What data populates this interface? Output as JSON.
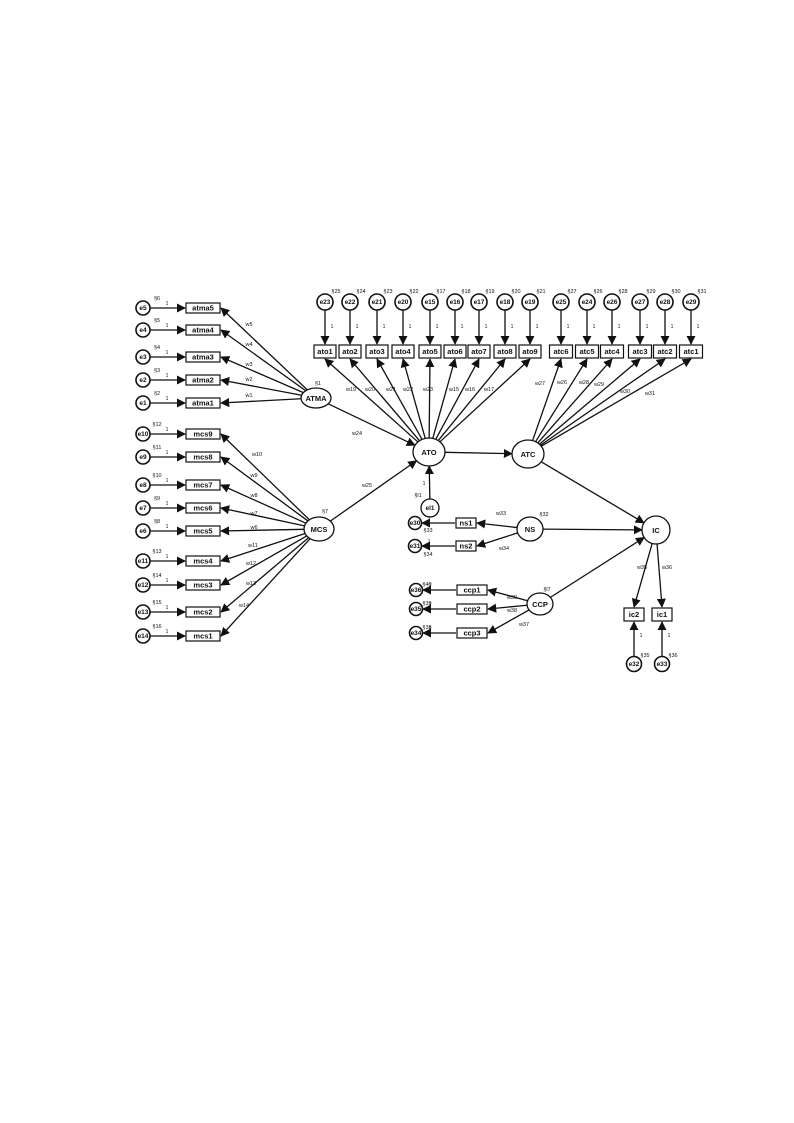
{
  "latents": {
    "atma": "ATMA",
    "mcs": "MCS",
    "ato": "ATO",
    "atc": "ATC",
    "ns": "NS",
    "ic": "IC",
    "ccp": "CCP",
    "el1": "el1"
  },
  "latent_vars": {
    "atma": "§1",
    "mcs": "§7",
    "el1": "§l1",
    "ns": "§32",
    "ccp": "§l7"
  },
  "atma_items": [
    {
      "box": "atma5",
      "err": "e5",
      "var": "§6",
      "w": "w5"
    },
    {
      "box": "atma4",
      "err": "e4",
      "var": "§5",
      "w": "w4"
    },
    {
      "box": "atma3",
      "err": "e3",
      "var": "§4",
      "w": "w3"
    },
    {
      "box": "atma2",
      "err": "e2",
      "var": "§3",
      "w": "w2"
    },
    {
      "box": "atma1",
      "err": "e1",
      "var": "§2",
      "w": "w1"
    }
  ],
  "mcs_items": [
    {
      "box": "mcs9",
      "err": "e10",
      "var": "§12",
      "w": "w10"
    },
    {
      "box": "mcs8",
      "err": "e9",
      "var": "§11",
      "w": "w9"
    },
    {
      "box": "mcs7",
      "err": "e8",
      "var": "§10",
      "w": "w8"
    },
    {
      "box": "mcs6",
      "err": "e7",
      "var": "§9",
      "w": "w7"
    },
    {
      "box": "mcs5",
      "err": "e6",
      "var": "§8",
      "w": "w6"
    },
    {
      "box": "mcs4",
      "err": "e11",
      "var": "§13",
      "w": "w11"
    },
    {
      "box": "mcs3",
      "err": "e12",
      "var": "§14",
      "w": "w12"
    },
    {
      "box": "mcs2",
      "err": "e13",
      "var": "§15",
      "w": "w13"
    },
    {
      "box": "mcs1",
      "err": "e14",
      "var": "§16",
      "w": "w14"
    }
  ],
  "ato_items": [
    {
      "box": "ato1",
      "err": "e23",
      "var": "§25",
      "w": "w19"
    },
    {
      "box": "ato2",
      "err": "e22",
      "var": "§24",
      "w": "w20"
    },
    {
      "box": "ato3",
      "err": "e21",
      "var": "§23",
      "w": "w21"
    },
    {
      "box": "ato4",
      "err": "e20",
      "var": "§22",
      "w": "w22"
    },
    {
      "box": "ato5",
      "err": "e15",
      "var": "§17",
      "w": "w23"
    },
    {
      "box": "ato6",
      "err": "e16",
      "var": "§18",
      "w": "w15"
    },
    {
      "box": "ato7",
      "err": "e17",
      "var": "§19",
      "w": "w16"
    },
    {
      "box": "ato8",
      "err": "e18",
      "var": "§20",
      "w": ""
    },
    {
      "box": "ato9",
      "err": "e19",
      "var": "§21",
      "w": "w17"
    }
  ],
  "atc_items": [
    {
      "box": "atc6",
      "err": "e25",
      "var": "§27",
      "w": "w27"
    },
    {
      "box": "atc5",
      "err": "e24",
      "var": "§26",
      "w": "w26"
    },
    {
      "box": "atc4",
      "err": "e26",
      "var": "§28",
      "w": "w28"
    },
    {
      "box": "atc3",
      "err": "e27",
      "var": "§29",
      "w": "w29"
    },
    {
      "box": "atc2",
      "err": "e28",
      "var": "§30",
      "w": "w30"
    },
    {
      "box": "atc1",
      "err": "e29",
      "var": "§31",
      "w": "w31"
    }
  ],
  "ns_items": [
    {
      "box": "ns1",
      "err": "e30",
      "var": "§33",
      "w": "w33"
    },
    {
      "box": "ns2",
      "err": "e31",
      "var": "§34",
      "w": "w34"
    }
  ],
  "ccp_items": [
    {
      "box": "ccp1",
      "err": "e36",
      "var": "§40",
      "w": "w39"
    },
    {
      "box": "ccp2",
      "err": "e35",
      "var": "§39",
      "w": "w38"
    },
    {
      "box": "ccp3",
      "err": "e34",
      "var": "§38",
      "w": "w37"
    }
  ],
  "ic_items": [
    {
      "box": "ic2",
      "err": "e32",
      "var": "§35",
      "w": "w35"
    },
    {
      "box": "ic1",
      "err": "e33",
      "var": "§36",
      "w": "w36"
    }
  ],
  "paths": {
    "atma_ato": "w24",
    "mcs_ato": "w25",
    "el1_ato": "1",
    "fixed_one": "1"
  }
}
